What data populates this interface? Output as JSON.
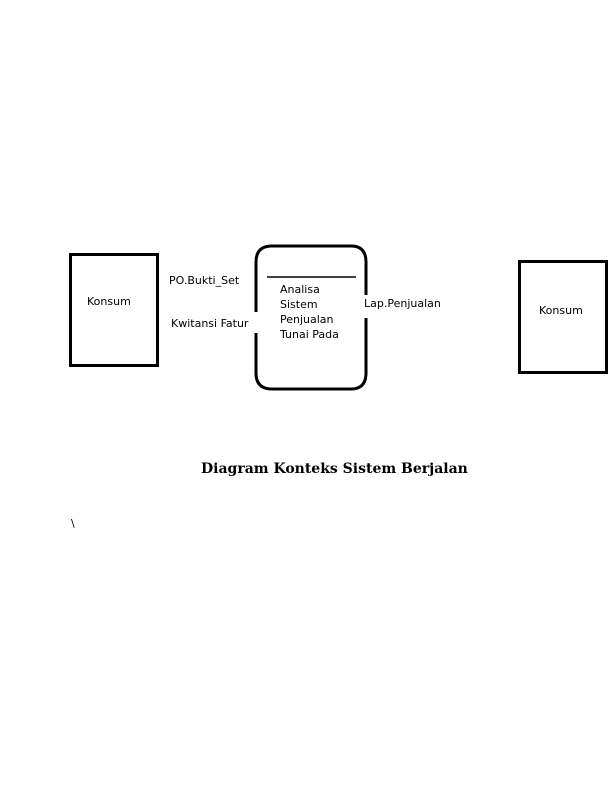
{
  "diagram": {
    "left_entity": {
      "label": "Konsum"
    },
    "right_entity": {
      "label": "Konsum"
    },
    "process": {
      "lines": [
        "Analisa",
        "Sistem",
        "Penjualan",
        "Tunai Pada"
      ]
    },
    "flows": {
      "in_top": "PO.Bukti_Set",
      "in_bottom": "Kwitansi Fatur",
      "out": "Lap.Penjualan"
    },
    "caption": "Diagram Konteks Sistem Berjalan",
    "stray_mark": "\\"
  }
}
